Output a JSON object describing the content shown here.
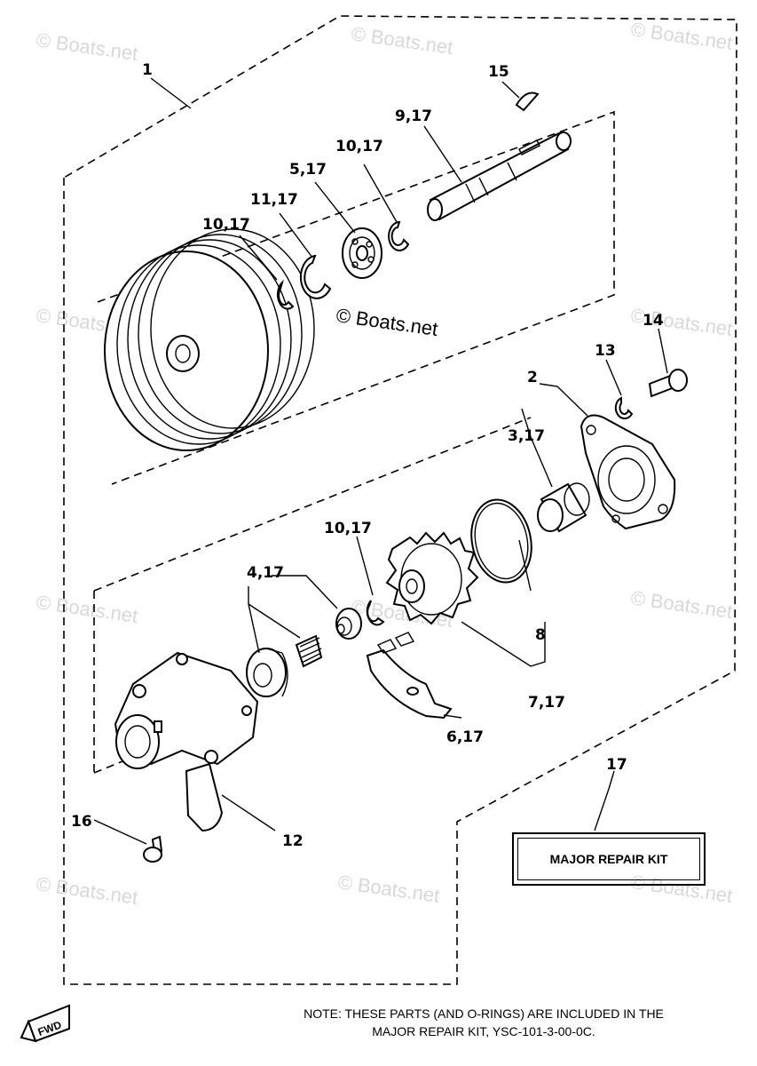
{
  "watermark": "© Boats.net",
  "labels": {
    "p1": "1",
    "p15": "15",
    "p9": "9,17",
    "p10a": "10,17",
    "p5": "5,17",
    "p11": "11,17",
    "p10b": "10,17",
    "p14": "14",
    "p13": "13",
    "p2": "2",
    "p3": "3,17",
    "p10c": "10,17",
    "p4": "4,17",
    "p8": "8",
    "p7": "7,17",
    "p6": "6,17",
    "p17": "17",
    "p16": "16",
    "p12": "12"
  },
  "kit_label": "MAJOR REPAIR KIT",
  "note_line1": "NOTE: THESE PARTS (AND O-RINGS) ARE INCLUDED IN THE",
  "note_line2": "MAJOR REPAIR KIT, YSC-101-3-00-0C.",
  "fwd_label": "FWD"
}
